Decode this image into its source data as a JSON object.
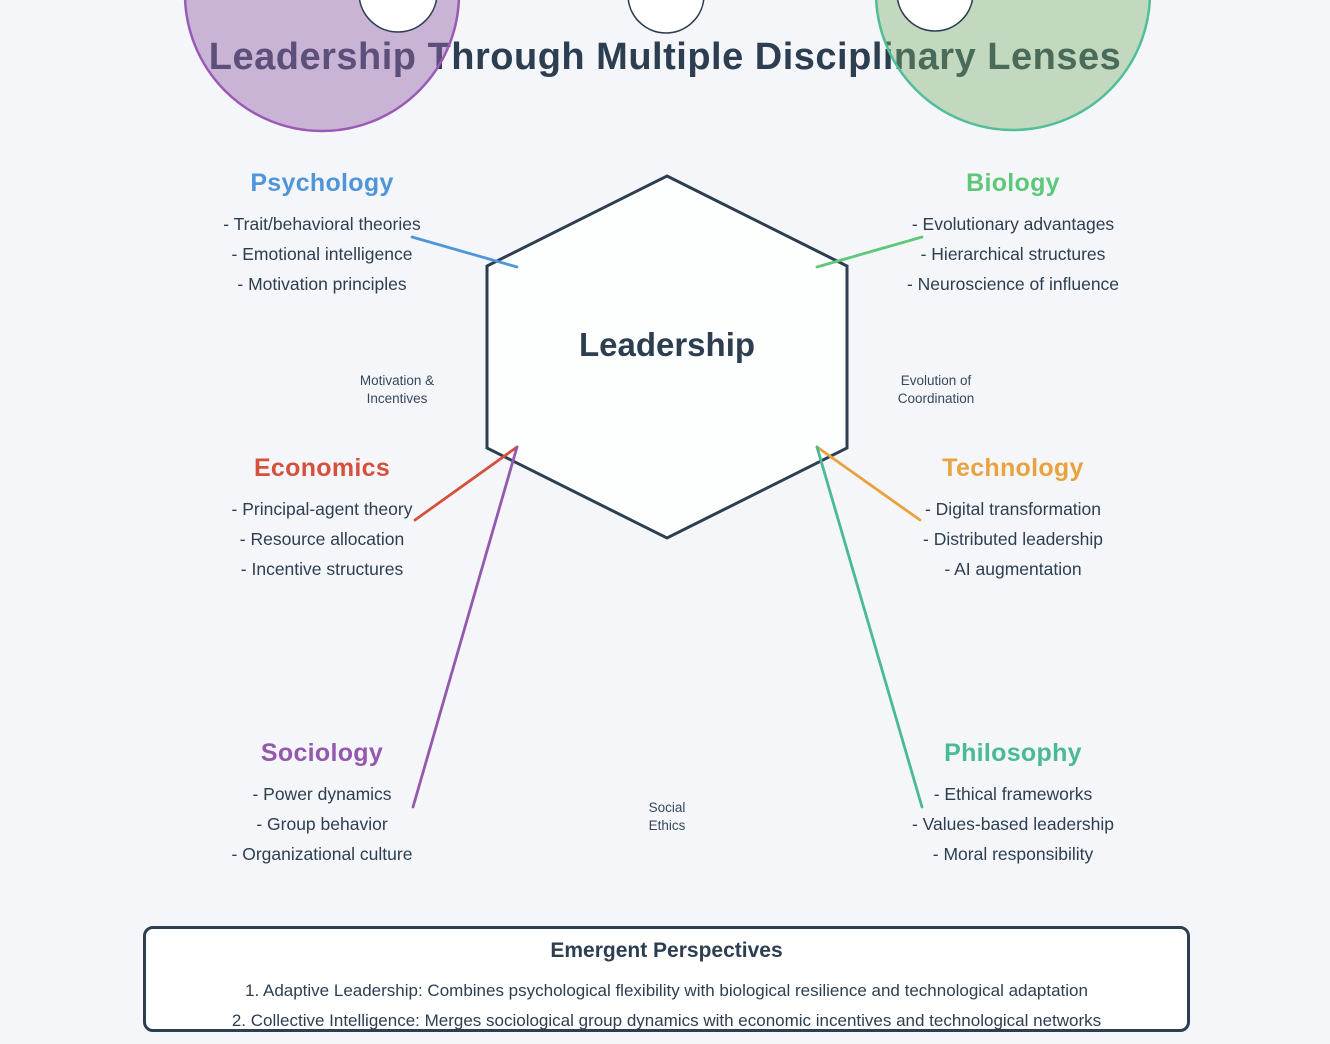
{
  "title": "Leadership Through Multiple Disciplinary Lenses",
  "center": {
    "label": "Leadership"
  },
  "colors": {
    "background": "#F4F6F9",
    "dark_text": "#2C3E50",
    "psychology": "#4E96D9",
    "biology": "#5CC878",
    "economics": "#D6503E",
    "technology": "#EAA23E",
    "sociology": "#9459AE",
    "philosophy": "#49BA93",
    "decor_circle_purple_stroke": "#9B59B6",
    "decor_circle_green_stroke": "#52BE97",
    "hexagon_stroke": "#2C3E50"
  },
  "disciplines": [
    {
      "name": "Psychology",
      "color": "#4E96D9",
      "items": [
        "- Trait/behavioral theories",
        "- Emotional intelligence",
        "- Motivation principles"
      ]
    },
    {
      "name": "Biology",
      "color": "#5CC878",
      "items": [
        "- Evolutionary advantages",
        "- Hierarchical structures",
        "- Neuroscience of influence"
      ]
    },
    {
      "name": "Economics",
      "color": "#D6503E",
      "items": [
        "- Principal-agent theory",
        "- Resource allocation",
        "- Incentive structures"
      ]
    },
    {
      "name": "Technology",
      "color": "#EAA23E",
      "items": [
        "- Digital transformation",
        "- Distributed leadership",
        "- AI augmentation"
      ]
    },
    {
      "name": "Sociology",
      "color": "#9459AE",
      "items": [
        "- Power dynamics",
        "- Group behavior",
        "- Organizational culture"
      ]
    },
    {
      "name": "Philosophy",
      "color": "#49BA93",
      "items": [
        "- Ethical frameworks",
        "- Values-based leadership",
        "- Moral responsibility"
      ]
    }
  ],
  "connector_labels": [
    {
      "line1": "Motivation &",
      "line2": "Incentives"
    },
    {
      "line1": "Evolution of",
      "line2": "Coordination"
    },
    {
      "line1": "Social",
      "line2": "Ethics"
    }
  ],
  "emergent": {
    "title": "Emergent Perspectives",
    "items": [
      "1. Adaptive Leadership: Combines psychological flexibility with biological resilience and technological adaptation",
      "2. Collective Intelligence: Merges sociological group dynamics with economic incentives and technological networks"
    ]
  }
}
